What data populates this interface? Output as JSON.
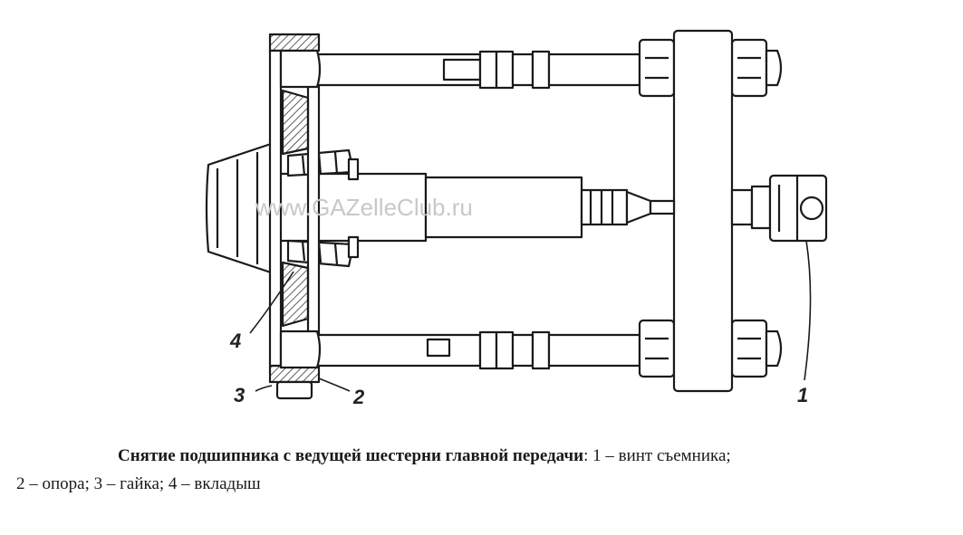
{
  "figure": {
    "watermark": "www.GAZelleClub.ru",
    "callouts": [
      "1",
      "2",
      "3",
      "4"
    ]
  },
  "caption": {
    "title": "Снятие подшипника с ведущей шестерни главной передачи",
    "items_line1": ": 1 – винт съемника;",
    "items_line2": "2 – опора; 3 – гайка; 4 – вкладыш"
  }
}
